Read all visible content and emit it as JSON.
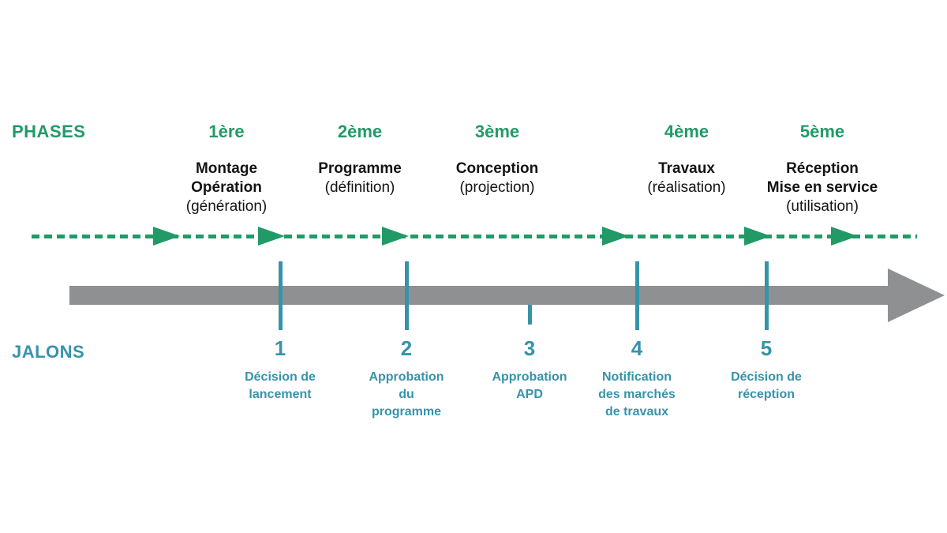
{
  "colors": {
    "green": "#229a68",
    "teal": "#3793aa",
    "gray": "#8f9092",
    "text": "#141414"
  },
  "phases_section": {
    "label": "PHASES",
    "items": [
      {
        "ordinal": "1ère",
        "title": "Montage\nOpération",
        "subtitle": "(génération)"
      },
      {
        "ordinal": "2ème",
        "title": "Programme",
        "subtitle": "(définition)"
      },
      {
        "ordinal": "3ème",
        "title": "Conception",
        "subtitle": "(projection)"
      },
      {
        "ordinal": "4ème",
        "title": "Travaux",
        "subtitle": "(réalisation)"
      },
      {
        "ordinal": "5ème",
        "title": "Réception\nMise en service",
        "subtitle": "(utilisation)"
      }
    ]
  },
  "jalons_section": {
    "label": "JALONS",
    "items": [
      {
        "number": "1",
        "label": "Décision de\nlancement"
      },
      {
        "number": "2",
        "label": "Approbation\ndu\nprogramme"
      },
      {
        "number": "3",
        "label": "Approbation\nAPD"
      },
      {
        "number": "4",
        "label": "Notification\ndes marchés\nde travaux"
      },
      {
        "number": "5",
        "label": "Décision de\nréception"
      }
    ]
  }
}
